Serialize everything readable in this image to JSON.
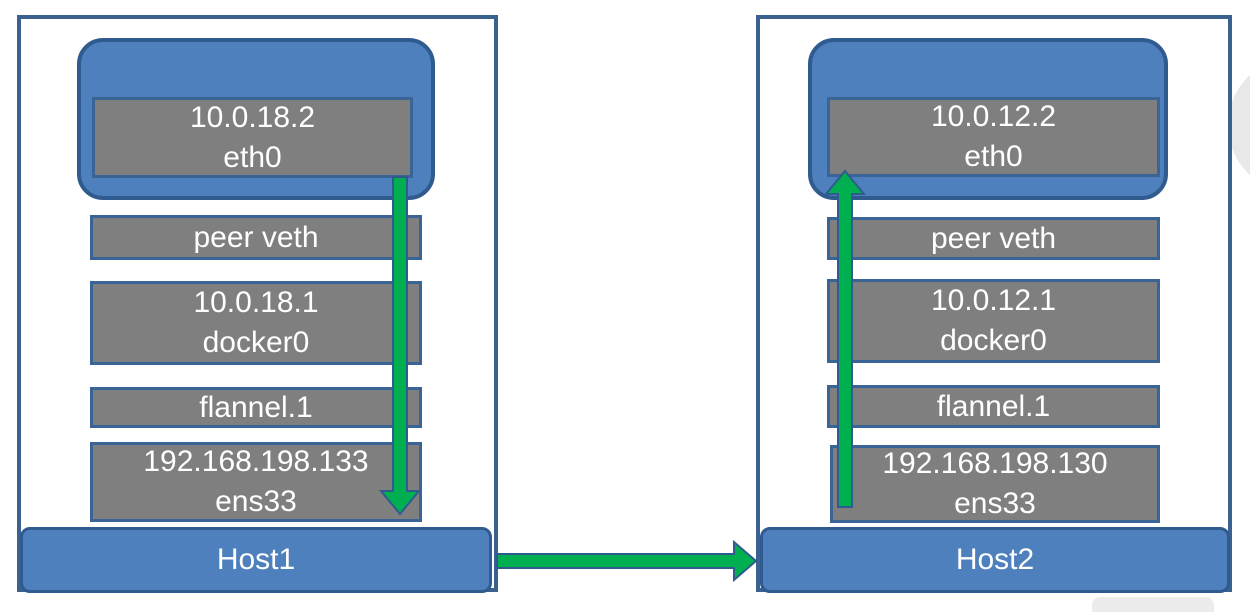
{
  "hosts": [
    {
      "name": "Host1",
      "eth": {
        "ip": "10.0.18.2",
        "dev": "eth0"
      },
      "veth": "peer veth",
      "docker": {
        "ip": "10.0.18.1",
        "dev": "docker0"
      },
      "flannel": "flannel.1",
      "ens": {
        "ip": "192.168.198.133",
        "dev": "ens33"
      }
    },
    {
      "name": "Host2",
      "eth": {
        "ip": "10.0.12.2",
        "dev": "eth0"
      },
      "veth": "peer veth",
      "docker": {
        "ip": "10.0.12.1",
        "dev": "docker0"
      },
      "flannel": "flannel.1",
      "ens": {
        "ip": "192.168.198.130",
        "dev": "ens33"
      }
    }
  ],
  "colors": {
    "box_blue": "#4d80bc",
    "border_blue": "#2f5b8f",
    "interface_gray": "#7f7f7f",
    "arrow_green": "#00b050",
    "watermark_gray": "#e8e8e8"
  }
}
